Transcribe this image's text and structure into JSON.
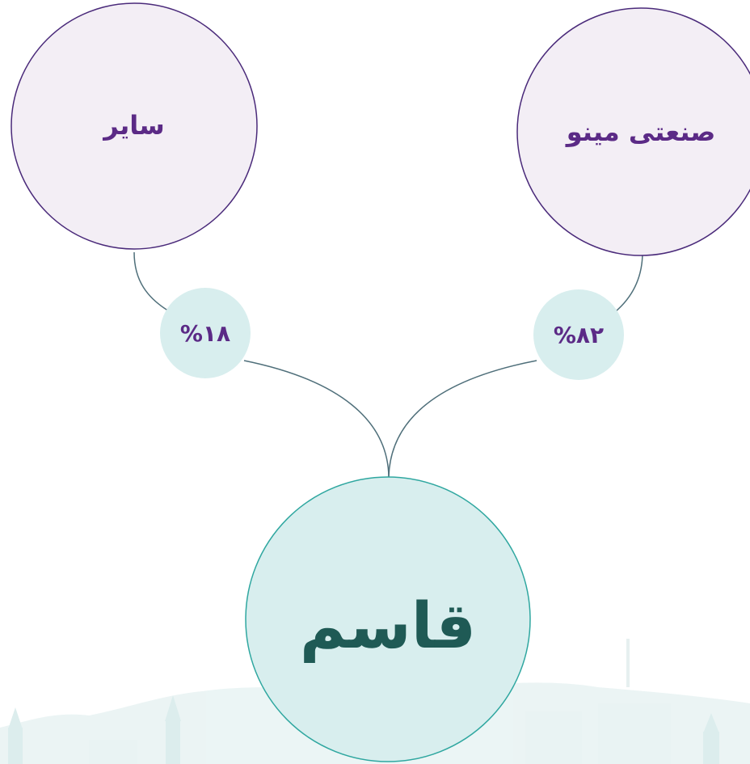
{
  "nodes": {
    "left": {
      "label": "سایر"
    },
    "right": {
      "label": "صنعتی مینو"
    },
    "center": {
      "label": "قاسم"
    }
  },
  "edges": {
    "left": {
      "percent": "%۱۸"
    },
    "right": {
      "percent": "%۸۲"
    }
  },
  "colors": {
    "purple_stroke": "#4a2a7a",
    "purple_fill": "#f3eef5",
    "teal_stroke": "#2fa7a0",
    "teal_fill": "#d8eeee",
    "connector": "#4f6f7a",
    "label_purple": "#5b2a86",
    "label_teal": "#1f5a55",
    "skyline": "#dfeeee"
  }
}
